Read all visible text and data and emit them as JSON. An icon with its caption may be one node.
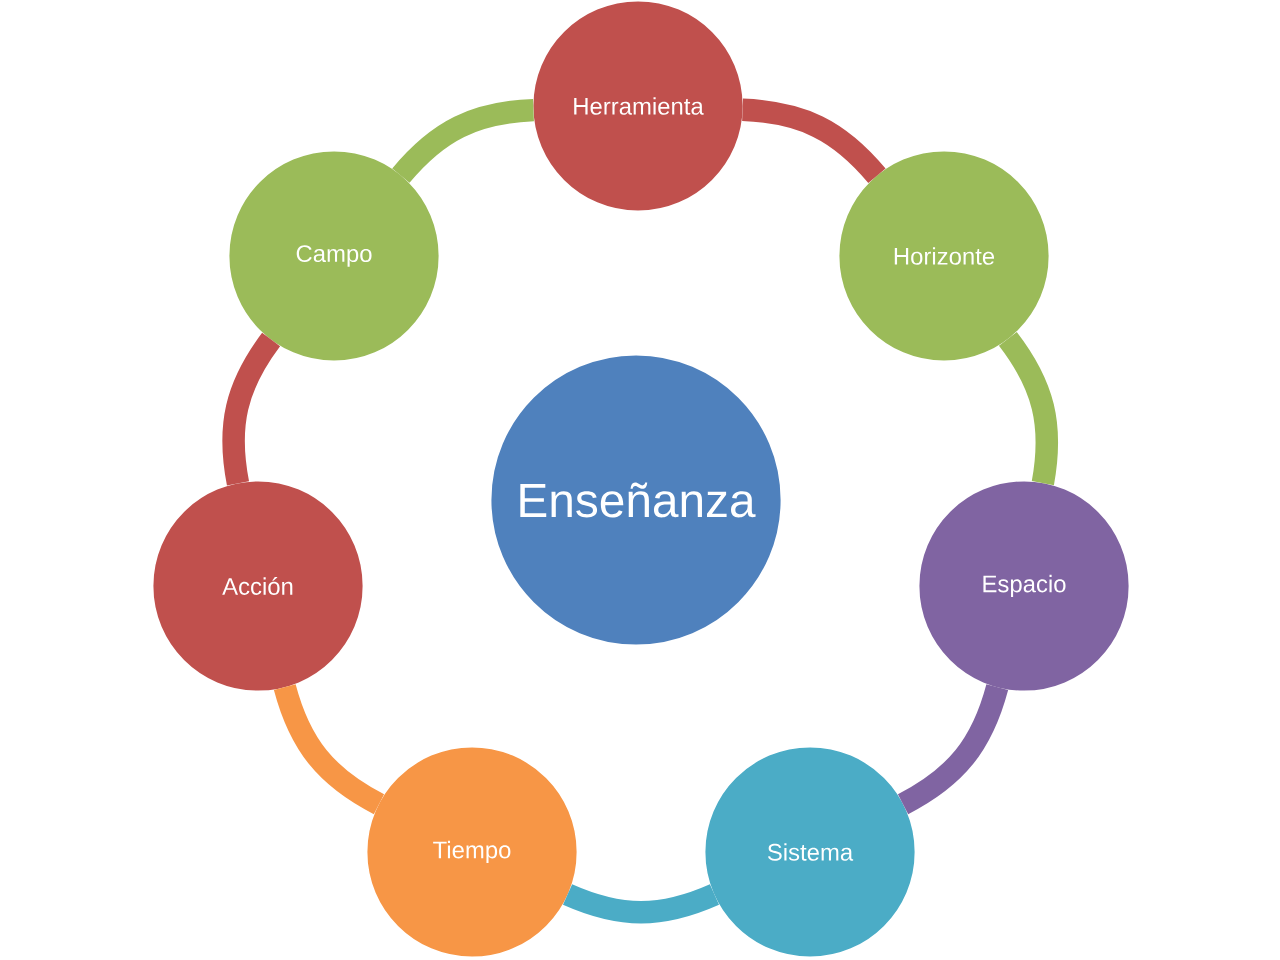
{
  "diagram": {
    "nodes": [
      {
        "text": [
          "Enseñanza"
        ]
      },
      {
        "text": [
          "Herramienta"
        ]
      },
      {
        "text": [
          "Horizonte"
        ]
      },
      {
        "text": [
          "Espacio"
        ]
      },
      {
        "text": [
          "Sistema"
        ]
      },
      {
        "text": [
          "Tiempo"
        ]
      },
      {
        "text": [
          "Acción"
        ]
      },
      {
        "text": [
          "Campo"
        ]
      }
    ],
    "edges": [
      {
        "from": 1,
        "to": 2,
        "arrow": "none",
        "color": "#c0504d"
      },
      {
        "from": 2,
        "to": 3,
        "arrow": "none",
        "color": "#9bbb59"
      },
      {
        "from": 3,
        "to": 4,
        "arrow": "none",
        "color": "#8064a2"
      },
      {
        "from": 4,
        "to": 5,
        "arrow": "none",
        "color": "#4bacc6"
      },
      {
        "from": 5,
        "to": 6,
        "arrow": "none",
        "color": "#f79646"
      },
      {
        "from": 6,
        "to": 7,
        "arrow": "none",
        "color": "#c0504d"
      },
      {
        "from": 7,
        "to": 1,
        "arrow": "none",
        "color": "#9bbb59"
      }
    ]
  }
}
